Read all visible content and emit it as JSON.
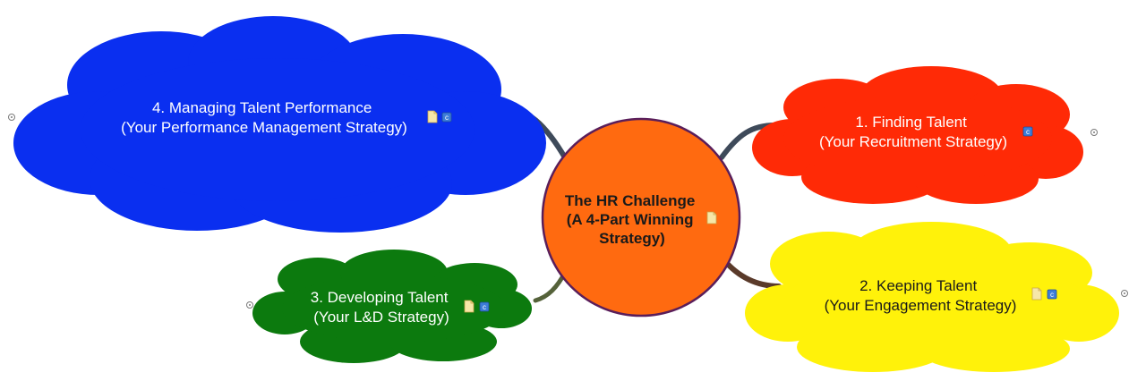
{
  "center": {
    "lines": [
      "The HR Challenge",
      "(A 4-Part Winning",
      "Strategy)"
    ],
    "fill": "#FF6A10",
    "stroke": "#5A1E5A"
  },
  "topics": {
    "managing": {
      "lines": [
        "4.  Managing Talent Performance",
        "(Your Performance Management Strategy)"
      ],
      "fill": "#0A2FF0",
      "text_color": "#ffffff",
      "icons": [
        "note-icon",
        "link-icon"
      ]
    },
    "finding": {
      "lines": [
        "1.  Finding Talent",
        "(Your Recruitment Strategy)"
      ],
      "fill": "#FF2A06",
      "text_color": "#ffffff",
      "icons": [
        "link-icon"
      ]
    },
    "developing": {
      "lines": [
        "3.  Developing Talent",
        "(Your L&D Strategy)"
      ],
      "fill": "#0C7A0E",
      "text_color": "#ffffff",
      "icons": [
        "note-icon",
        "link-icon"
      ]
    },
    "keeping": {
      "lines": [
        "2.  Keeping Talent",
        "(Your Engagement Strategy)"
      ],
      "fill": "#FFF20A",
      "text_color": "#1a1a1a",
      "icons": [
        "note-icon",
        "link-icon"
      ]
    }
  },
  "connector_color": "#3E4A5A",
  "collapse_markers": [
    "collapse-marker-managing",
    "collapse-marker-finding",
    "collapse-marker-developing",
    "collapse-marker-keeping"
  ]
}
